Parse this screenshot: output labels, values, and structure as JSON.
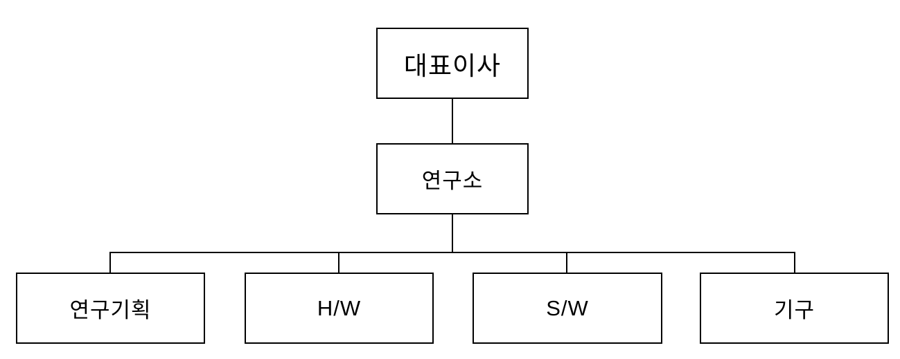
{
  "diagram": {
    "type": "org-chart",
    "background_color": "#ffffff",
    "line_color": "#000000",
    "box_border_color": "#000000",
    "text_color": "#000000",
    "nodes": [
      {
        "id": "ceo",
        "label": "대표이사",
        "level": 0,
        "parent": null
      },
      {
        "id": "lab",
        "label": "연구소",
        "level": 1,
        "parent": "ceo"
      },
      {
        "id": "planning",
        "label": "연구기획",
        "level": 2,
        "parent": "lab"
      },
      {
        "id": "hw",
        "label": "H/W",
        "level": 2,
        "parent": "lab"
      },
      {
        "id": "sw",
        "label": "S/W",
        "level": 2,
        "parent": "lab"
      },
      {
        "id": "gigu",
        "label": "기구",
        "level": 2,
        "parent": "lab"
      }
    ]
  }
}
